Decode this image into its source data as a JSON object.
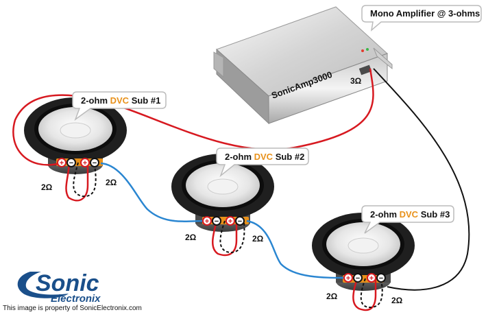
{
  "amplifier": {
    "label": "Mono Amplifier @ 3-ohms",
    "model": "SonicAmp3000",
    "impedance": "3Ω"
  },
  "subs": [
    {
      "label_prefix": "2-ohm ",
      "label_accent": "DVC",
      "label_suffix": " Sub #1",
      "coil_left": "2Ω",
      "coil_right": "2Ω"
    },
    {
      "label_prefix": "2-ohm ",
      "label_accent": "DVC",
      "label_suffix": " Sub #2",
      "coil_left": "2Ω",
      "coil_right": "2Ω"
    },
    {
      "label_prefix": "2-ohm ",
      "label_accent": "DVC",
      "label_suffix": " Sub #3",
      "coil_left": "2Ω",
      "coil_right": "2Ω"
    }
  ],
  "terminals": {
    "plus": "+",
    "minus": "−"
  },
  "logo": {
    "word1": "Sonic",
    "word2": "Electronix"
  },
  "footer": {
    "copyright": "This image is property of SonicElectronix.com"
  },
  "colors": {
    "positive_wire": "#d71920",
    "series_wire": "#2a86d1",
    "negative_wire": "#111111",
    "accent": "#e8911a",
    "logo_blue": "#1a4f8a"
  }
}
